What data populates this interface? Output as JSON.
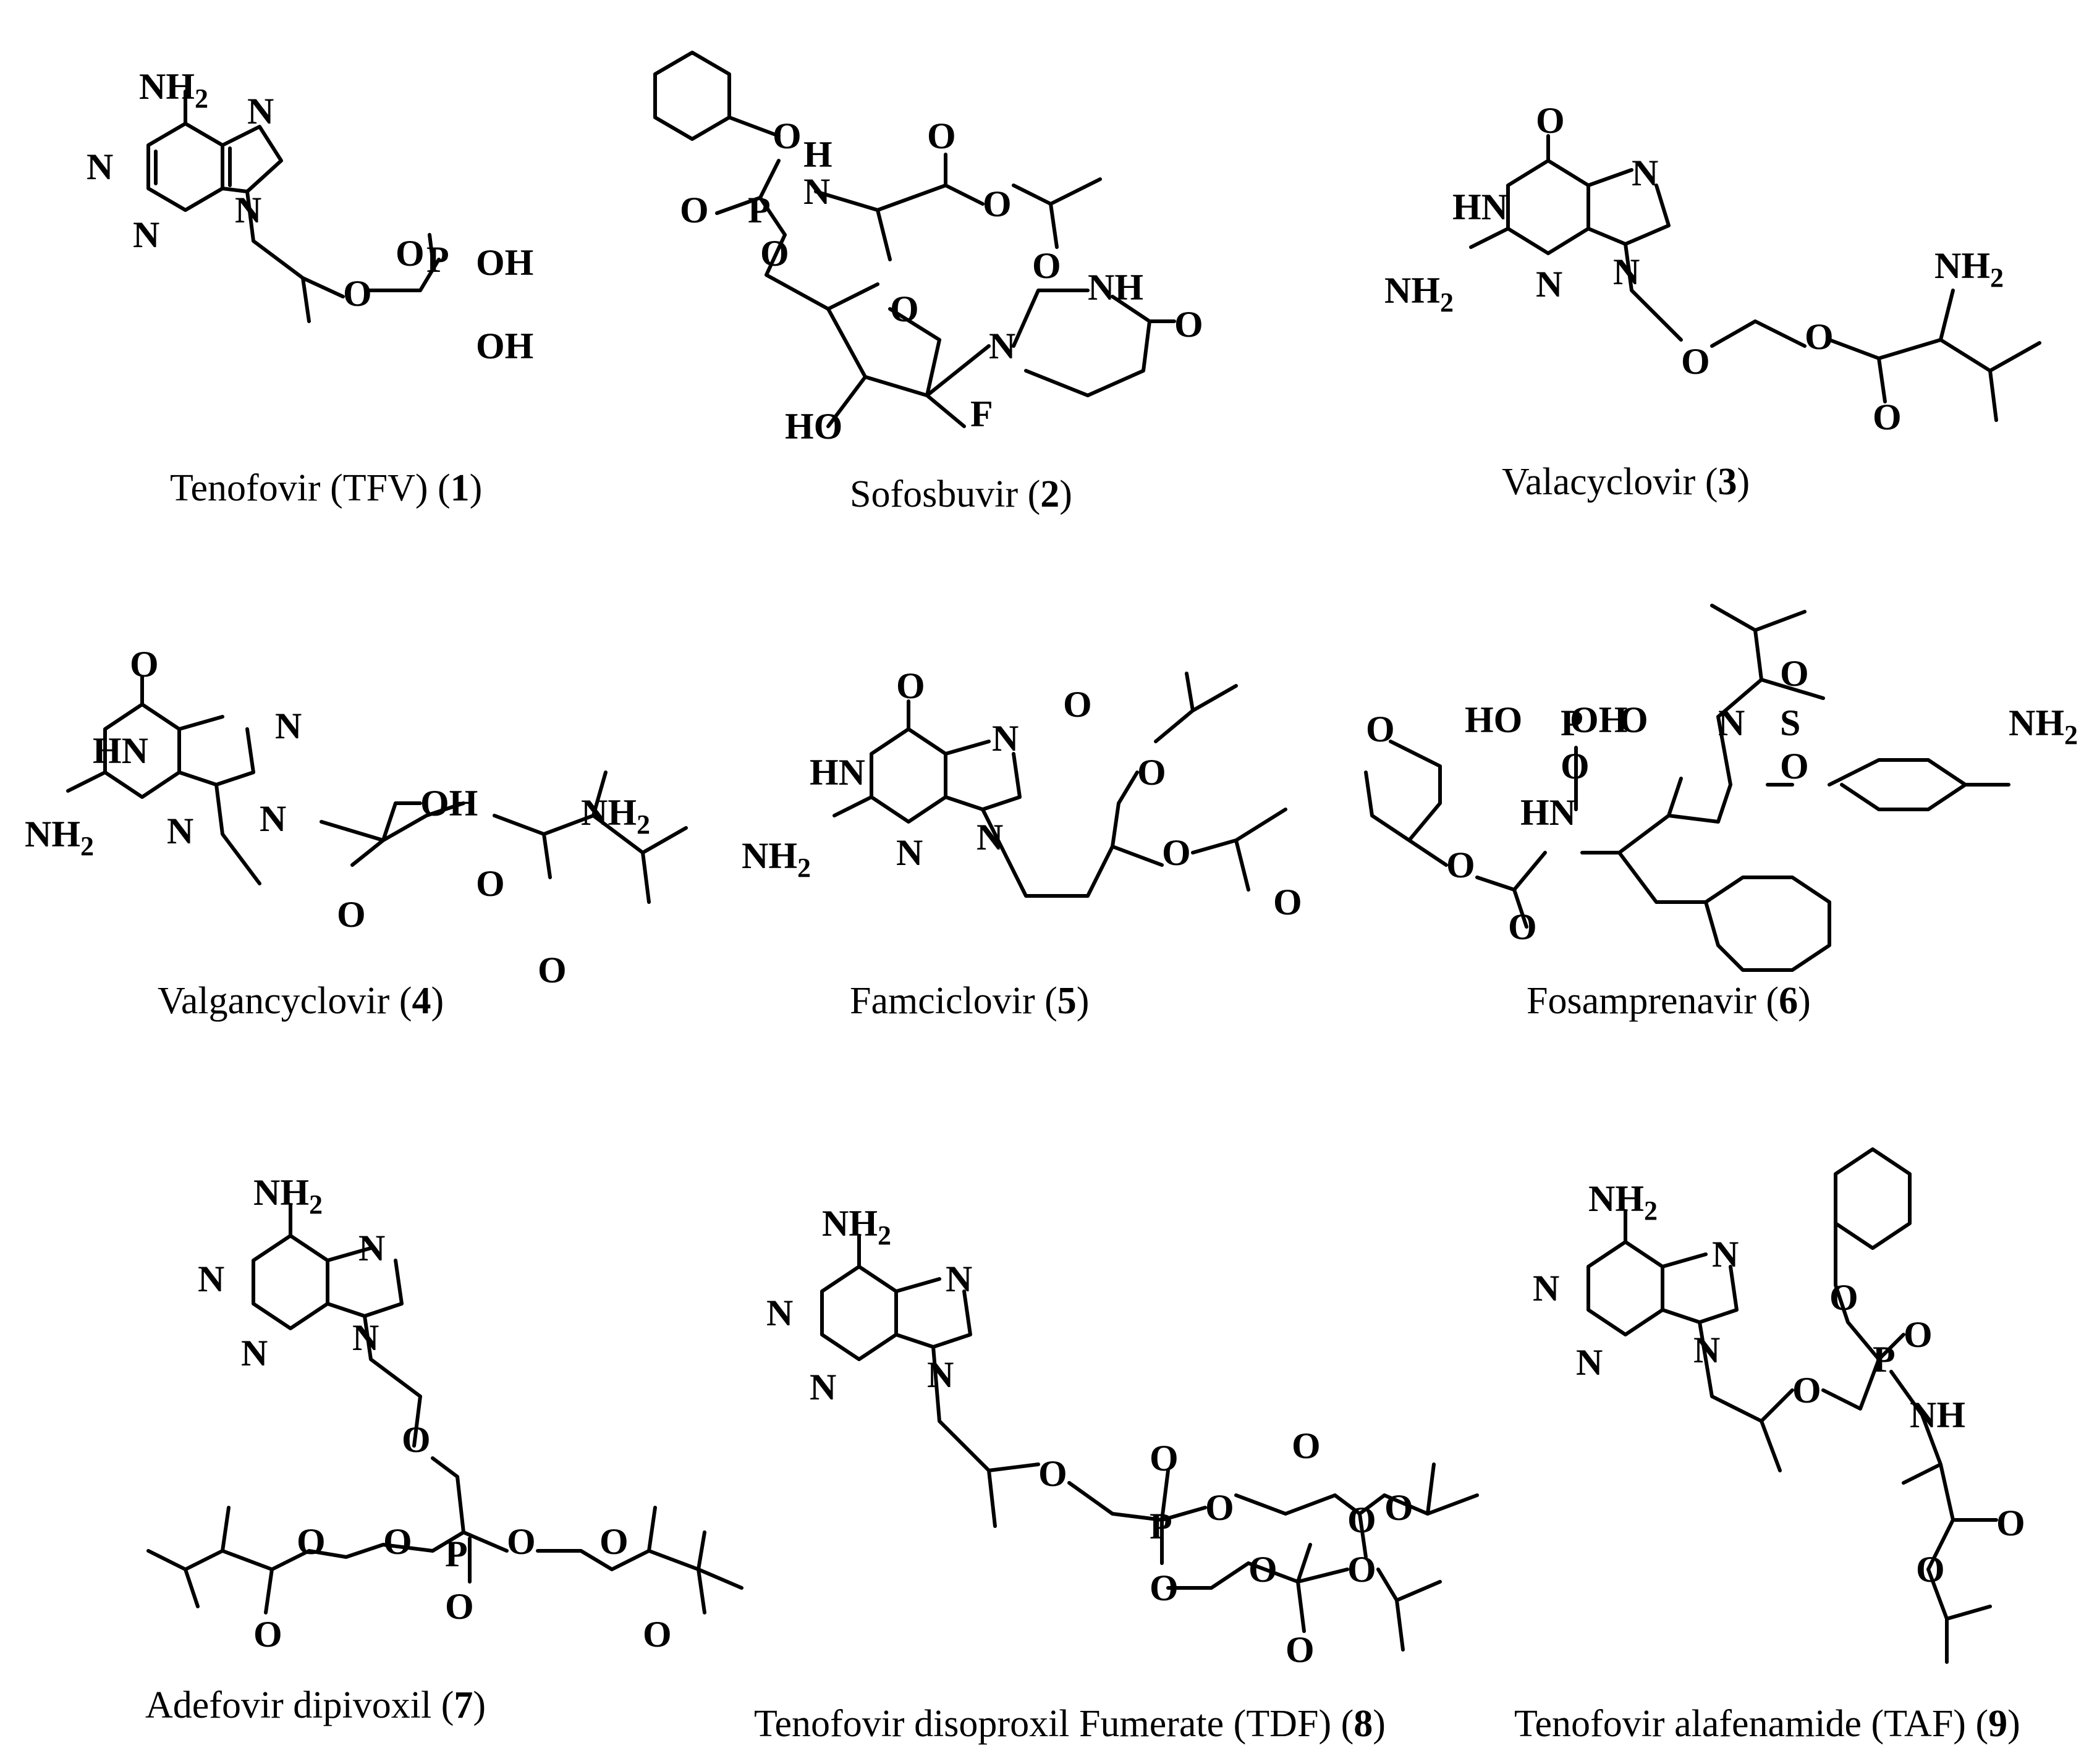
{
  "compounds": [
    {
      "name": "Tenofovir (TFV)",
      "number": "1"
    },
    {
      "name": "Sofosbuvir",
      "number": "2"
    },
    {
      "name": "Valacyclovir",
      "number": "3"
    },
    {
      "name": "Valgancyclovir",
      "number": "4"
    },
    {
      "name": "Famciclovir",
      "number": "5"
    },
    {
      "name": "Fosamprenavir",
      "number": "6"
    },
    {
      "name": "Adefovir dipivoxil",
      "number": "7"
    },
    {
      "name": "Tenofovir disoproxil Fumerate (TDF)",
      "number": "8"
    },
    {
      "name": "Tenofovir alafenamide (TAF)",
      "number": "9"
    }
  ],
  "atom_labels": {
    "nh2": "NH",
    "two": "2",
    "n": "N",
    "o": "O",
    "p": "P",
    "f": "F",
    "h": "H",
    "hn": "HN",
    "nh": "NH",
    "oh": "OH",
    "ho": "HO",
    "s": "S",
    "hoo": "HO"
  }
}
